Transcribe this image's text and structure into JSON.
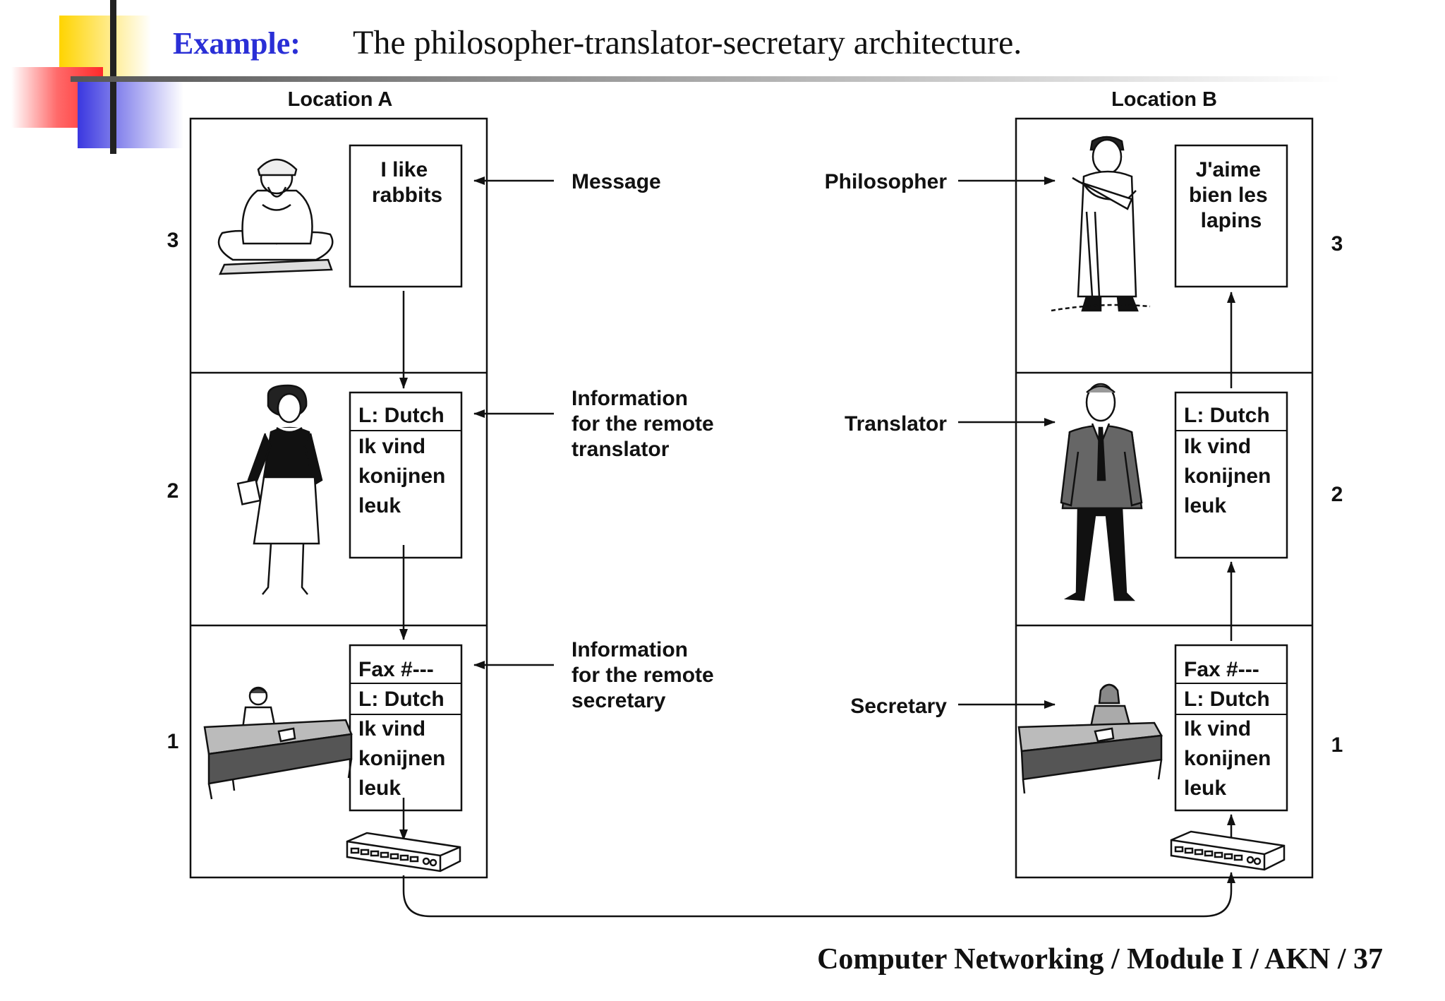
{
  "title": {
    "label": "Example:",
    "text": "The philosopher-translator-secretary architecture."
  },
  "footer": "Computer Networking / Module I / AKN / 37",
  "colors": {
    "accent_blue": "#2a2fd6",
    "deco_yellow": "#ffd400",
    "deco_red": "#ff3b3b",
    "deco_blue": "#3a37e0"
  },
  "locations": {
    "a": "Location A",
    "b": "Location B"
  },
  "layers": {
    "l3": "3",
    "l2": "2",
    "l1": "1"
  },
  "a_boxes": {
    "l3": [
      "I like",
      "rabbits"
    ],
    "l2": {
      "header": "L: Dutch",
      "body": [
        "Ik vind",
        "konijnen",
        "leuk"
      ]
    },
    "l1": {
      "fax": "Fax #---",
      "header": "L: Dutch",
      "body": [
        "Ik vind",
        "konijnen",
        "leuk"
      ]
    }
  },
  "b_boxes": {
    "l3": [
      "J'aime",
      "bien les",
      "lapins"
    ],
    "l2": {
      "header": "L: Dutch",
      "body": [
        "Ik vind",
        "konijnen",
        "leuk"
      ]
    },
    "l1": {
      "fax": "Fax #---",
      "header": "L: Dutch",
      "body": [
        "Ik vind",
        "konijnen",
        "leuk"
      ]
    }
  },
  "annotations": {
    "message": "Message",
    "info_translator": [
      "Information",
      "for the remote",
      "translator"
    ],
    "info_secretary": [
      "Information",
      "for the remote",
      "secretary"
    ]
  },
  "roles": {
    "philosopher": "Philosopher",
    "translator": "Translator",
    "secretary": "Secretary"
  },
  "icons": [
    "philosopher-a-figure",
    "translator-a-figure",
    "secretary-a-figure",
    "fax-a-icon",
    "philosopher-b-figure",
    "translator-b-figure",
    "secretary-b-figure",
    "fax-b-icon"
  ]
}
